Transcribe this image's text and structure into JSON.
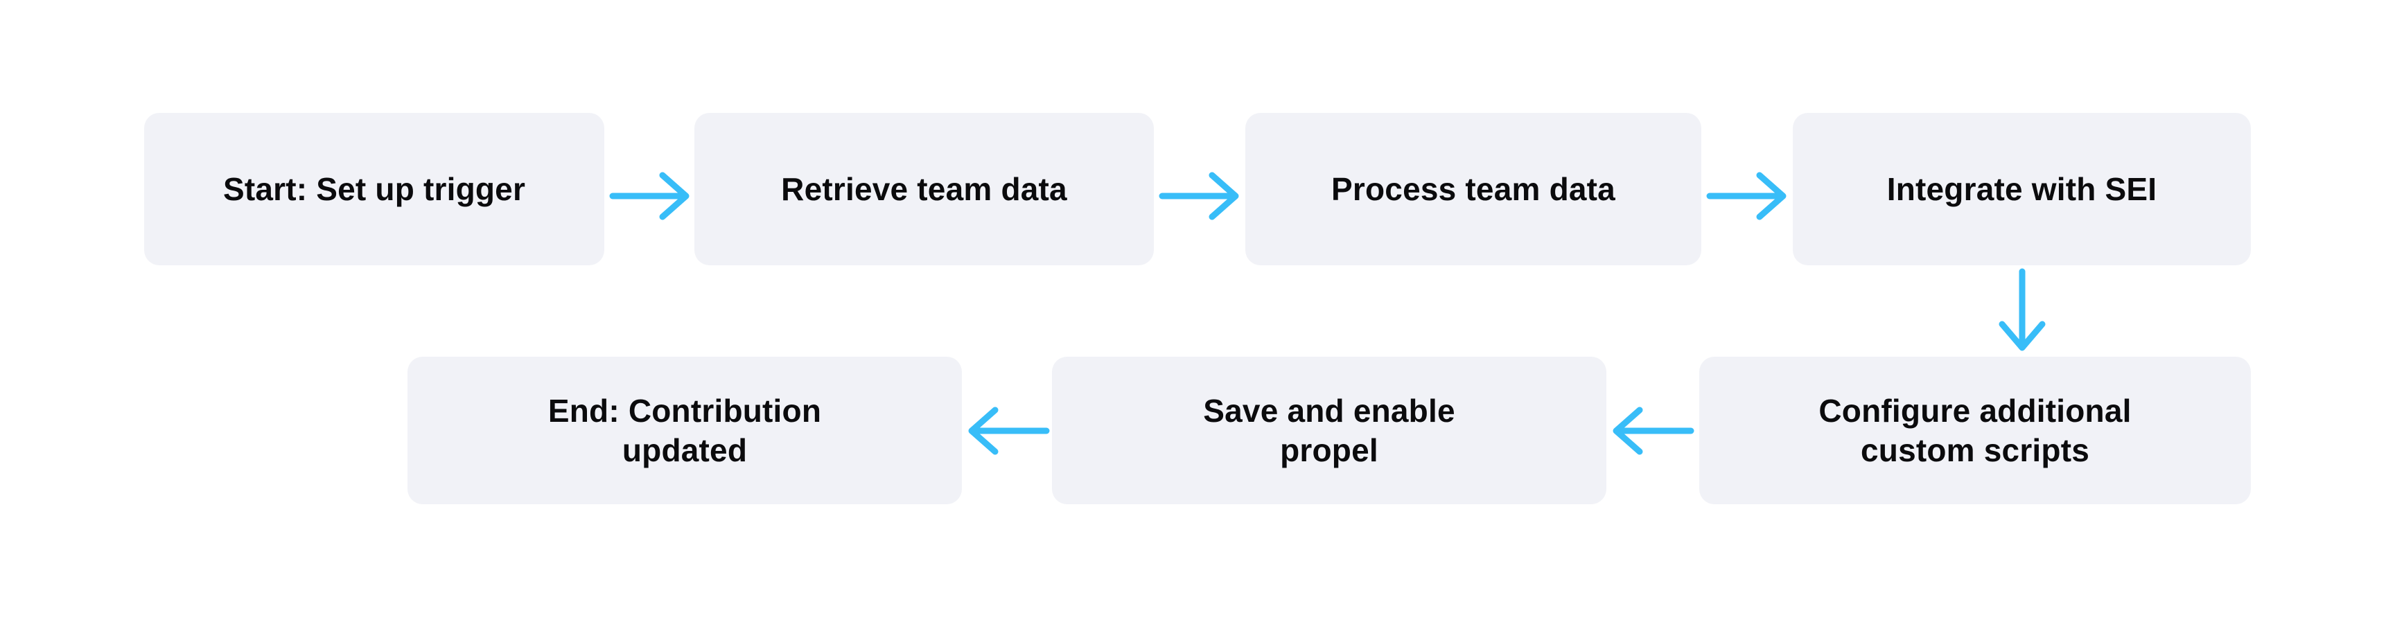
{
  "diagram": {
    "type": "flowchart",
    "orientation": "horizontal-snake",
    "background_color": "#ffffff",
    "node_fill_color": "#F1F2F7",
    "node_text_color": "#0b0b0d",
    "arrow_color": "#38BDF8",
    "nodes": [
      {
        "id": "start",
        "label": "Start: Set up trigger",
        "row": 1,
        "order": 1,
        "icon": "rounded-rectangle"
      },
      {
        "id": "retrieve",
        "label": "Retrieve team data",
        "row": 1,
        "order": 2,
        "icon": "rounded-rectangle"
      },
      {
        "id": "process",
        "label": "Process team data",
        "row": 1,
        "order": 3,
        "icon": "rounded-rectangle"
      },
      {
        "id": "integrate",
        "label": "Integrate with SEI",
        "row": 1,
        "order": 4,
        "icon": "rounded-rectangle"
      },
      {
        "id": "configure",
        "label": "Configure additional\ncustom scripts",
        "row": 2,
        "order": 1,
        "icon": "rounded-rectangle"
      },
      {
        "id": "save",
        "label": "Save and enable\npropel",
        "row": 2,
        "order": 2,
        "icon": "rounded-rectangle"
      },
      {
        "id": "end",
        "label": "End: Contribution\nupdated",
        "row": 2,
        "order": 3,
        "icon": "rounded-rectangle"
      }
    ],
    "edges": [
      {
        "id": "e1",
        "from": "start",
        "to": "retrieve",
        "direction": "right",
        "icon": "arrow-right-icon"
      },
      {
        "id": "e2",
        "from": "retrieve",
        "to": "process",
        "direction": "right",
        "icon": "arrow-right-icon"
      },
      {
        "id": "e3",
        "from": "process",
        "to": "integrate",
        "direction": "right",
        "icon": "arrow-right-icon"
      },
      {
        "id": "e4",
        "from": "integrate",
        "to": "configure",
        "direction": "down",
        "icon": "arrow-down-icon"
      },
      {
        "id": "e5",
        "from": "configure",
        "to": "save",
        "direction": "left",
        "icon": "arrow-left-icon"
      },
      {
        "id": "e6",
        "from": "save",
        "to": "end",
        "direction": "left",
        "icon": "arrow-left-icon"
      }
    ]
  }
}
